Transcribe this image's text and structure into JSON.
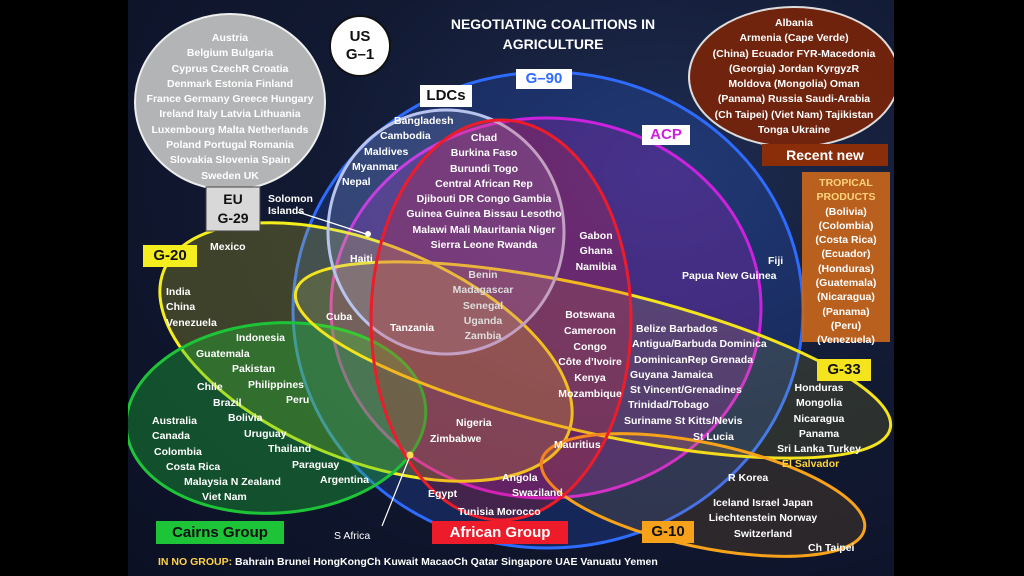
{
  "title_lines": [
    "NEGOTIATING COALITIONS IN",
    "AGRICULTURE"
  ],
  "us_label": [
    "US",
    "G–1"
  ],
  "eu_label": [
    "EU",
    "G-29"
  ],
  "eu_members": [
    "Austria",
    "Belgium   Bulgaria",
    "Cyprus   CzechR   Croatia",
    "Denmark   Estonia   Finland",
    "France  Germany  Greece  Hungary",
    "Ireland   Italy   Latvia   Lithuania",
    "Luxembourg  Malta  Netherlands",
    "Poland   Portugal   Romania",
    "Slovakia  Slovenia  Spain",
    "Sweden   UK"
  ],
  "recent_new_title": "Recent new",
  "recent_new_members": [
    "Albania",
    "Armenia  (Cape Verde)",
    "(China)  Ecuador  FYR-Macedonia",
    "(Georgia)  Jordan  KyrgyzR",
    "Moldova  (Mongolia)  Oman",
    "(Panama)  Russia  Saudi-Arabia",
    "(Ch Taipei)  (Viet Nam)  Tajikistan",
    "Tonga  Ukraine"
  ],
  "tropical_title": [
    "TROPICAL",
    "PRODUCTS"
  ],
  "tropical_members": [
    "(Bolivia)",
    "(Colombia)",
    "(Costa Rica)",
    "(Ecuador)",
    "(Honduras)",
    "(Guatemala)",
    "(Nicaragua)",
    "(Panama)",
    "(Peru)",
    "(Venezuela)"
  ],
  "group_labels": {
    "g90": "G–90",
    "ldcs": "LDCs",
    "acp": "ACP",
    "g20": "G-20",
    "g33": "G-33",
    "g10": "G-10",
    "cairns": "Cairns Group",
    "african": "African Group"
  },
  "ldc_outer": [
    "Bangladesh",
    "Cambodia",
    "Maldives",
    "Myanmar",
    "Nepal"
  ],
  "ldc_african": [
    "Chad",
    "Burkina Faso",
    "Burundi  Togo",
    "Central African Rep",
    "Djibouti   DR Congo  Gambia",
    "Guinea  Guinea Bissau  Lesotho",
    "Malawi  Mali   Mauritania  Niger",
    "Sierra Leone   Rwanda"
  ],
  "ldc_acp_nonafrica": [
    "Haiti"
  ],
  "solomon": [
    "Solomon",
    "Islands"
  ],
  "ldc_g20": [
    "Benin",
    "Madagascar",
    "Senegal",
    "Uganda",
    "Zambia"
  ],
  "gabon": [
    "Gabon",
    "Ghana",
    "Namibia"
  ],
  "fiji": "Fiji",
  "png": "Papua New Guinea",
  "mexico": "Mexico",
  "g20_only": [
    "India",
    "China",
    "Venezuela"
  ],
  "cuba": "Cuba",
  "tanzania": "Tanzania",
  "african_acp": [
    "Botswana",
    "Cameroon",
    "Congo",
    "Côte d’Ivoire",
    "Kenya",
    "Mozambique"
  ],
  "caribbean": [
    "Belize Barbados",
    "Antigua/Barbuda  Dominica",
    "DominicanRep   Grenada",
    "Guyana Jamaica",
    "St Vincent/Grenadines",
    "Trinidad/Tobago",
    "Suriname St Kitts/Nevis"
  ],
  "st_lucia": "St Lucia",
  "indonesia": "Indonesia",
  "cairns_g20_g33": [
    "Guatemala",
    "Pakistan",
    "Philippines"
  ],
  "peru": "Peru",
  "chile": "Chile",
  "brazil": "Brazil",
  "bolivia": "Bolivia",
  "uruguay": "Uruguay",
  "thailand": "Thailand",
  "paraguay": "Paraguay",
  "argentina": "Argentina",
  "cairns_only": [
    "Australia",
    "Canada",
    "Colombia",
    "Costa Rica",
    "Malaysia  N Zealand",
    "Viet Nam"
  ],
  "nigeria": "Nigeria",
  "zimbabwe": "Zimbabwe",
  "mauritius": "Mauritius",
  "angola": "Angola",
  "swaziland": "Swaziland",
  "egypt": "Egypt",
  "tunisia": "Tunisia Morocco",
  "s_africa": "S Africa",
  "g33_only": [
    "Honduras",
    "Mongolia",
    "Nicaragua",
    "Panama",
    "Sri Lanka  Turkey"
  ],
  "el_salvador": "El Salvador",
  "r_korea": "R Korea",
  "g10_members": [
    "Iceland  Israel  Japan",
    "Liechtenstein  Norway",
    "Switzerland"
  ],
  "ch_taipei": "Ch Taipei",
  "no_group_title": "IN NO GROUP:",
  "no_group_members": "Bahrain  Brunei HongKongCh Kuwait MacaoCh Qatar Singapore UAE Vanuatu  Yemen",
  "colors": {
    "g90": "#2e6bff",
    "ldcs": "#b8c4ee",
    "acp": "#cc22dd",
    "african": "#ee1c2a",
    "g20": "#f4ee1e",
    "cairns": "#1ec437",
    "g33": "#f4e41e",
    "g10": "#f7a21a",
    "eu_fill": "#bdbdbd",
    "recent_fill": "#7a2408",
    "recent_title_bg": "#8a2e0a",
    "tropical_bg": "#c8661c",
    "tropical_text": "#ffd27a"
  }
}
